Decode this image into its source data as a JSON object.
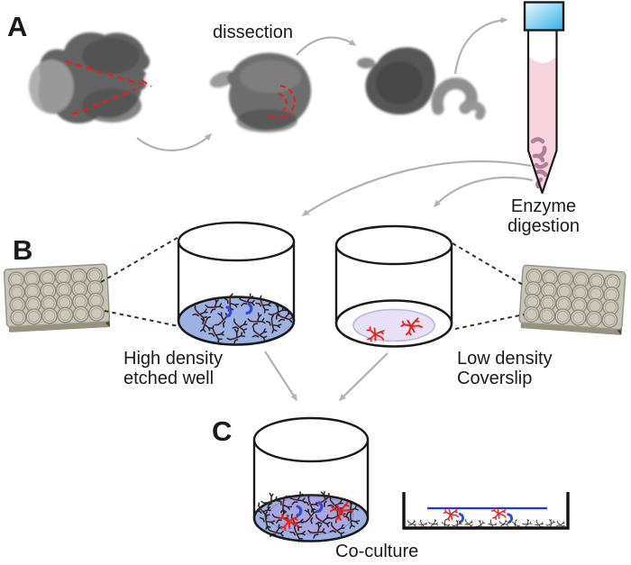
{
  "panel_a": {
    "label": "A",
    "dissection_label": "dissection",
    "enzyme_caption": [
      "Enzyme",
      "digestion"
    ]
  },
  "panel_b": {
    "label": "B",
    "high_density_caption": [
      "High density",
      "etched well"
    ],
    "low_density_caption": [
      "Low density",
      "Coverslip"
    ]
  },
  "panel_c": {
    "label": "C",
    "coculture_caption": "Co-culture"
  },
  "colors": {
    "well_medium_blue": "#9db2e2",
    "coverslip_lavender": "#e7e1f8",
    "coverslip_overlay_purple": "#a9a5e4",
    "enzyme_liquid_pink": "#f7d3de",
    "tissue_chunk_pink": "#b07e9a",
    "cap_cyan": "#2fb2e6",
    "cap_cyan_light": "#eefaff",
    "dissection_line_red": "#ee1c15",
    "cell_red": "#e8231b",
    "cell_dark": "#27211f",
    "cell_link_maroon": "#6d2038",
    "crescent_blue": "#3747d6",
    "coverslip_line_blue": "#2233ee",
    "arrow_gray": "#b2b2b2",
    "connector_dash_green": "#1d3d1d",
    "outline_black": "#1a1a1a"
  }
}
